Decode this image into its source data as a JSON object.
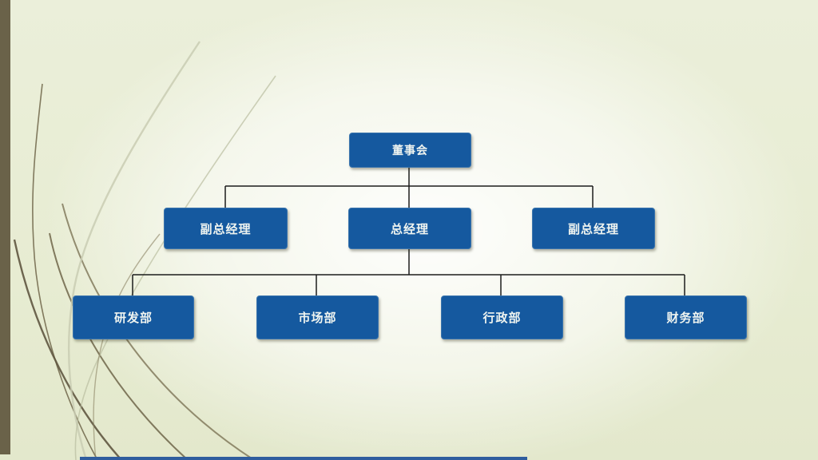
{
  "theme": {
    "slide_bg": "#E8ECD4",
    "accent_bar": "#6A6249",
    "node_fill": "#15599F",
    "node_border": "#3A74AD",
    "node_text": "#EFF4F0",
    "connector_color": "#1C1C1C",
    "bottom_strip": "#2F5D9E"
  },
  "org_chart": {
    "type": "tree",
    "nodes": {
      "board": "董事会",
      "deputy_left": "副总经理",
      "general_manager": "总经理",
      "deputy_right": "副总经理",
      "rnd_dept": "研发部",
      "marketing_dept": "市场部",
      "admin_dept": "行政部",
      "finance_dept": "财务部"
    },
    "hierarchy": {
      "root": "董事会",
      "children_of_root": [
        "副总经理",
        "总经理",
        "副总经理"
      ],
      "children_of_general_manager": [
        "研发部",
        "市场部",
        "行政部",
        "财务部"
      ]
    },
    "levels": [
      [
        "董事会"
      ],
      [
        "副总经理",
        "总经理",
        "副总经理"
      ],
      [
        "研发部",
        "市场部",
        "行政部",
        "财务部"
      ]
    ]
  }
}
